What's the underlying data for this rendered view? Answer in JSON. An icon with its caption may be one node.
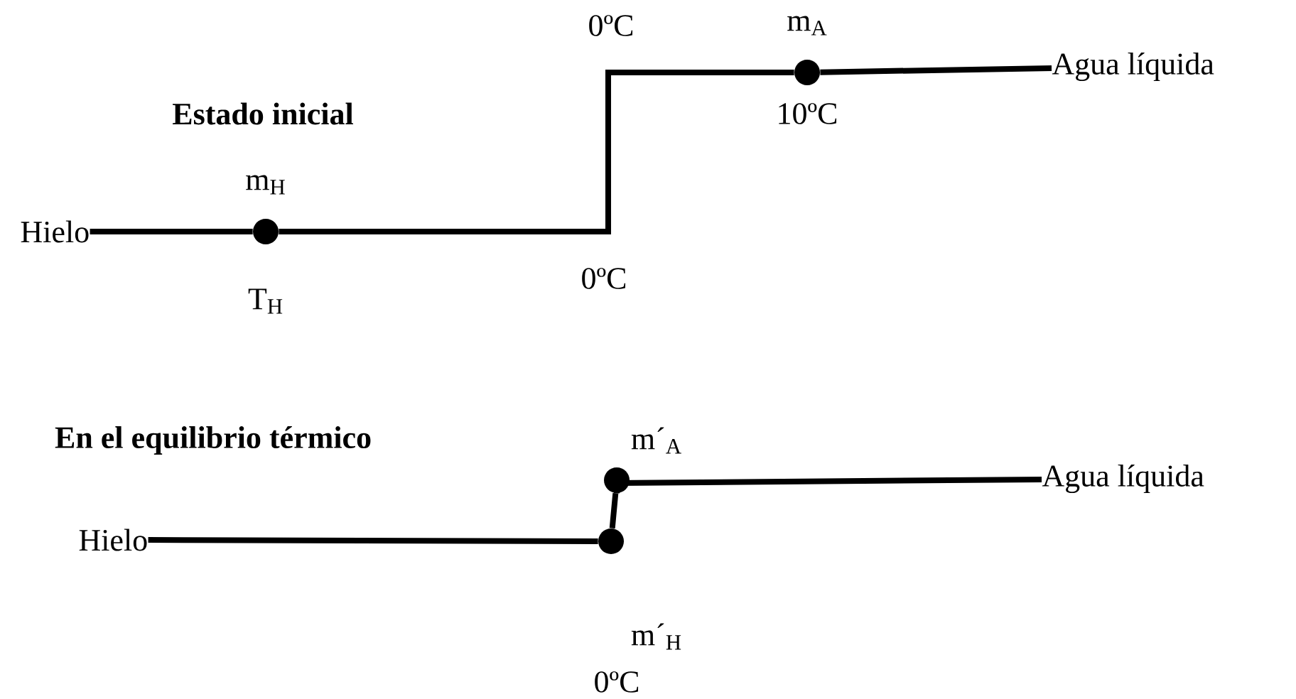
{
  "diagram": {
    "nodes": [
      {
        "text": [
          "Hielo"
        ]
      },
      {
        "text": [],
        "shape": "circle",
        "beside": [
          "m$_{H}$",
          "T$_{H}$"
        ]
      },
      {
        "text": [],
        "shape": "circle",
        "beside": [
          "m$_{A}$",
          "10ºC"
        ]
      },
      {
        "text": [
          "Agua líquida"
        ]
      },
      {
        "text": [
          "Hielo"
        ]
      },
      {
        "text": [],
        "shape": "circle",
        "beside": [
          "m´$_{H}$",
          "0ºC"
        ]
      },
      {
        "text": [],
        "shape": "circle",
        "beside": [
          "m´$_{A}$"
        ]
      },
      {
        "text": [
          "Agua líquida"
        ]
      }
    ],
    "edges": [
      {
        "from": 0,
        "to": 1,
        "arrow": "none"
      },
      {
        "from": 1,
        "to": 2,
        "arrow": "none"
      },
      {
        "from": 2,
        "to": 3,
        "arrow": "none"
      },
      {
        "from": 4,
        "to": 5,
        "arrow": "none"
      },
      {
        "from": 5,
        "to": 6,
        "arrow": "none"
      },
      {
        "from": 6,
        "to": 7,
        "arrow": "none"
      }
    ],
    "labels": [
      "Estado inicial",
      "0ºC",
      "0ºC",
      "En el equilibrio térmico"
    ]
  }
}
